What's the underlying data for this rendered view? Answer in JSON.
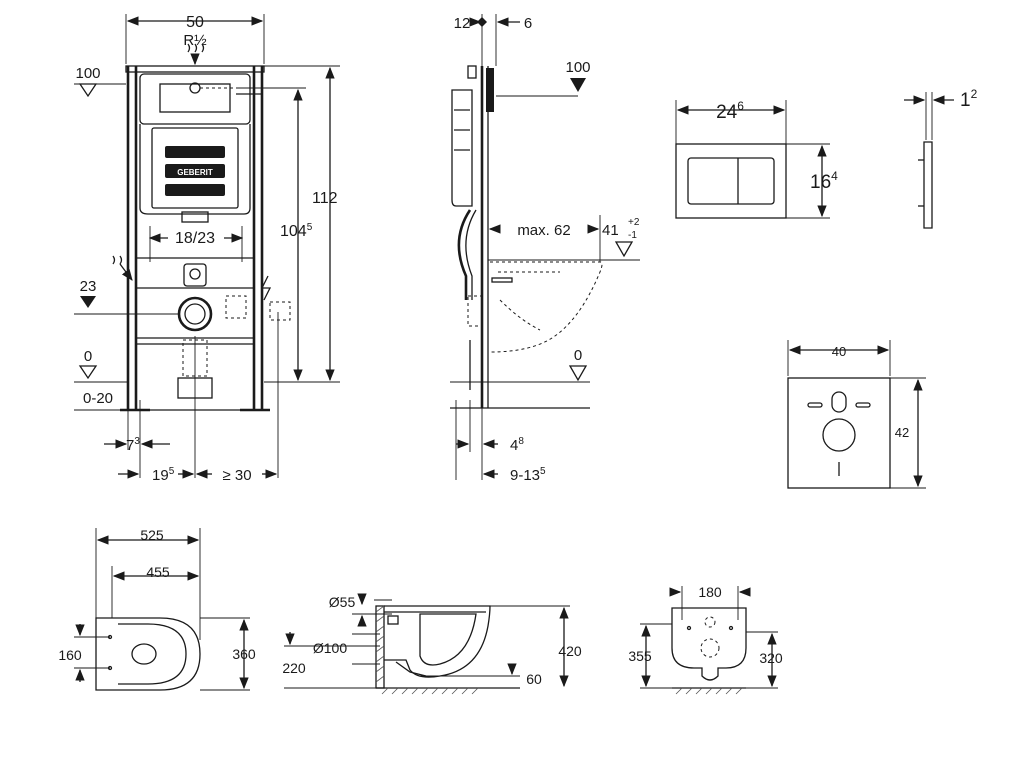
{
  "colors": {
    "line": "#1a1a1a",
    "background": "#ffffff"
  },
  "front_view": {
    "width": "50",
    "thread": "R½",
    "left_level_100": "100",
    "left_level_23": "23",
    "left_level_0": "0",
    "floor_range": "0-20",
    "height_112": "112",
    "height_104_main": "104",
    "height_104_sup": "5",
    "spacing": "18/23",
    "dim_7_main": "7",
    "dim_7_sup": "3",
    "dim_19_main": "19",
    "dim_19_sup": "5",
    "min_30": "≥ 30",
    "logo": "GEBERIT"
  },
  "side_view": {
    "depth_12": "12",
    "depth_6": "6",
    "level_100": "100",
    "max_62": "max. 62",
    "dim_41_main": "41",
    "dim_41_tol_plus": "+2",
    "dim_41_tol_minus": "-1",
    "level_0": "0",
    "dim_4_main": "4",
    "dim_4_sup": "8",
    "dim_9_main": "9-13",
    "dim_9_sup": "5"
  },
  "plate": {
    "width_main": "24",
    "width_sup": "6",
    "height_main": "16",
    "height_sup": "4",
    "thickness_main": "1",
    "thickness_sup": "2"
  },
  "mat": {
    "width": "40",
    "height": "42"
  },
  "bowl_top": {
    "length": "525",
    "inner_length": "455",
    "fix_spacing": "160",
    "width": "360"
  },
  "bowl_side": {
    "diam_55": "Ø55",
    "diam_100": "Ø100",
    "height_220": "220",
    "height_420": "420",
    "dim_60": "60"
  },
  "bowl_back": {
    "width_180": "180",
    "height_355": "355",
    "height_320": "320"
  }
}
